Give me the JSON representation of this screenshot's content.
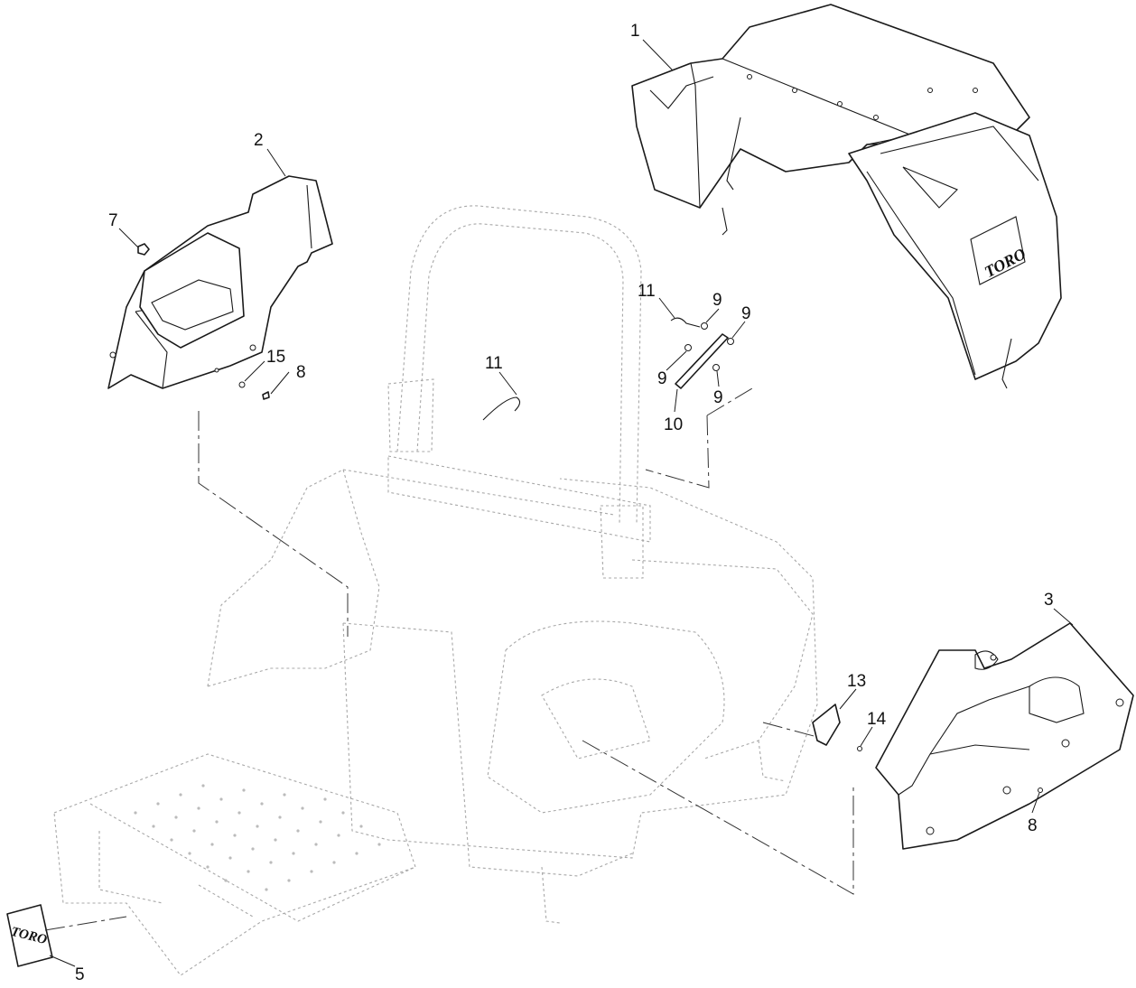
{
  "diagram": {
    "callouts": [
      {
        "id": "c1",
        "label": "1"
      },
      {
        "id": "c2",
        "label": "2"
      },
      {
        "id": "c3",
        "label": "3"
      },
      {
        "id": "c5",
        "label": "5"
      },
      {
        "id": "c7",
        "label": "7"
      },
      {
        "id": "c8a",
        "label": "8"
      },
      {
        "id": "c8b",
        "label": "8"
      },
      {
        "id": "c9a",
        "label": "9"
      },
      {
        "id": "c9b",
        "label": "9"
      },
      {
        "id": "c9c",
        "label": "9"
      },
      {
        "id": "c9d",
        "label": "9"
      },
      {
        "id": "c10",
        "label": "10"
      },
      {
        "id": "c11a",
        "label": "11"
      },
      {
        "id": "c11b",
        "label": "11"
      },
      {
        "id": "c13",
        "label": "13"
      },
      {
        "id": "c14",
        "label": "14"
      },
      {
        "id": "c15",
        "label": "15"
      }
    ],
    "logos": {
      "fender_right": "TORO",
      "decal": "TORO"
    }
  }
}
